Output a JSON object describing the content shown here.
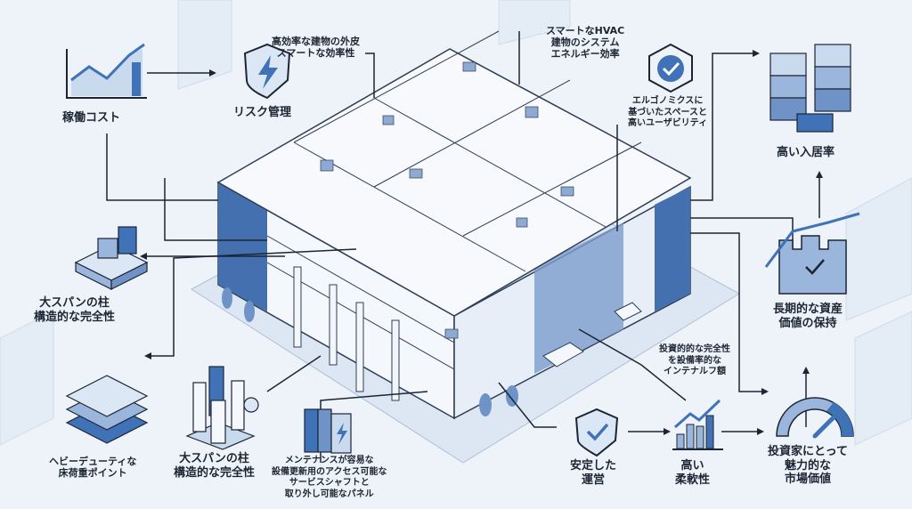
{
  "colors": {
    "accent": "#3f72b6",
    "dark": "#1c2533",
    "light": "#c9d9ee",
    "bg": "#eef3f9"
  },
  "labels": {
    "operating_cost": "稼働コスト",
    "risk_management": "リスク管理",
    "envelope": [
      "高効率な建物の外皮",
      "スマートな効率性"
    ],
    "hvac": [
      "スマートなHVAC",
      "建物のシステム",
      "エネルギー効率"
    ],
    "ergonomics": [
      "エルゴノミクスに",
      "基づいたスペースと",
      "高いユーザビリティ"
    ],
    "occupancy": "高い入居率",
    "long_span_left": [
      "大スパンの柱",
      "構造的な完全性"
    ],
    "asset_value": [
      "長期的な資産",
      "価値の保持"
    ],
    "investment_integrity": [
      "投資的的な完全性",
      "を設備率的な",
      "インテナルフ額"
    ],
    "stable_operation": [
      "安定した",
      "運営"
    ],
    "flexibility": [
      "高い",
      "柔軟性"
    ],
    "market_value": [
      "投資家にとって",
      "魅力的な",
      "市場価値"
    ],
    "heavy_duty": [
      "ヘビーデューティな",
      "床荷重ポイント"
    ],
    "long_span_bottom": [
      "大スパンの柱",
      "構造的な完全性"
    ],
    "maintenance": [
      "メンテナンスが容易な",
      "設備更新用のアクセス可能な",
      "サービスシャフトと",
      "取り外し可能なパネル"
    ]
  }
}
